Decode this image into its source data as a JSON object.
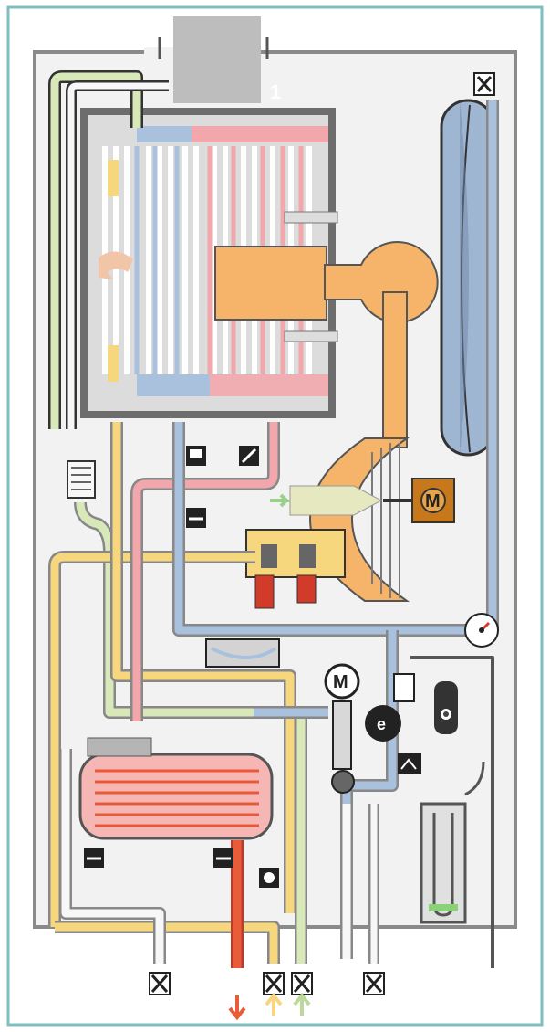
{
  "diagram": {
    "labels": {
      "flue_number": "1",
      "fan_motor": "M",
      "diverter_motor": "M",
      "pump": "e"
    },
    "colors": {
      "frame_border": "#7fbfbf",
      "casing": "#f2f2f2",
      "flow_hot": "#f2a7ad",
      "return_cool": "#a9c1dc",
      "gas": "#f6d77e",
      "gas_mix": "#f5b46a",
      "cold_in": "#d8e8b8",
      "dhw_out": "#e85c3a",
      "fan_motor": "#c6781a",
      "expansion_vessel": "#9fb6d3"
    },
    "icons": [
      "flue-outlet-icon",
      "heat-exchanger-icon",
      "burner-icon",
      "fan-icon",
      "gas-valve-icon",
      "expansion-vessel-icon",
      "pressure-gauge-icon",
      "pump-icon",
      "diverter-valve-icon",
      "plate-heat-exchanger-icon",
      "condensate-trap-icon",
      "isolation-valve-icon",
      "arrow-down-icon",
      "arrow-up-icon"
    ]
  }
}
